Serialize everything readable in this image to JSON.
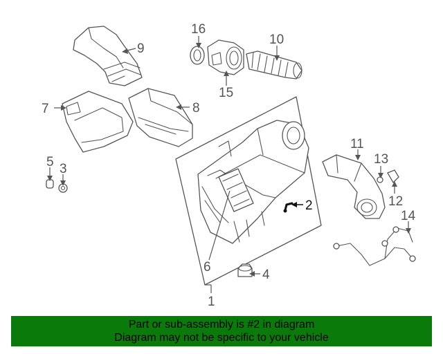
{
  "diagram": {
    "callouts": {
      "p1": "1",
      "p2": "2",
      "p3": "3",
      "p4": "4",
      "p5": "5",
      "p6": "6",
      "p7": "7",
      "p8": "8",
      "p9": "9",
      "p10": "10",
      "p11": "11",
      "p12": "12",
      "p13": "13",
      "p14": "14",
      "p15": "15",
      "p16": "16"
    },
    "highlighted_part": "2"
  },
  "banner": {
    "line1": "Part or sub-assembly is #2 in diagram",
    "line2": "Diagram may not be specific to your vehicle",
    "color": "#0a7a0a"
  }
}
